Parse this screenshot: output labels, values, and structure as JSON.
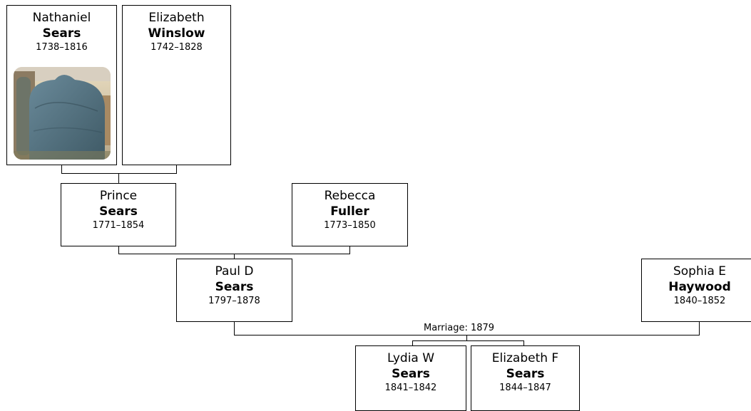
{
  "people": {
    "nathaniel": {
      "given": "Nathaniel",
      "surname": "Sears",
      "years": "1738–1816",
      "photo": "gravestone-photo"
    },
    "elizabeth_w": {
      "given": "Elizabeth",
      "surname": "Winslow",
      "years": "1742–1828"
    },
    "prince": {
      "given": "Prince",
      "surname": "Sears",
      "years": "1771–1854"
    },
    "rebecca": {
      "given": "Rebecca",
      "surname": "Fuller",
      "years": "1773–1850"
    },
    "paul": {
      "given": "Paul D",
      "surname": "Sears",
      "years": "1797–1878"
    },
    "sophia": {
      "given": "Sophia E",
      "surname": "Haywood",
      "years": "1840–1852"
    },
    "lydia": {
      "given": "Lydia W",
      "surname": "Sears",
      "years": "1841–1842"
    },
    "elizabeth_f": {
      "given": "Elizabeth F",
      "surname": "Sears",
      "years": "1844–1847"
    }
  },
  "marriage": {
    "label": "Marriage: 1879"
  }
}
